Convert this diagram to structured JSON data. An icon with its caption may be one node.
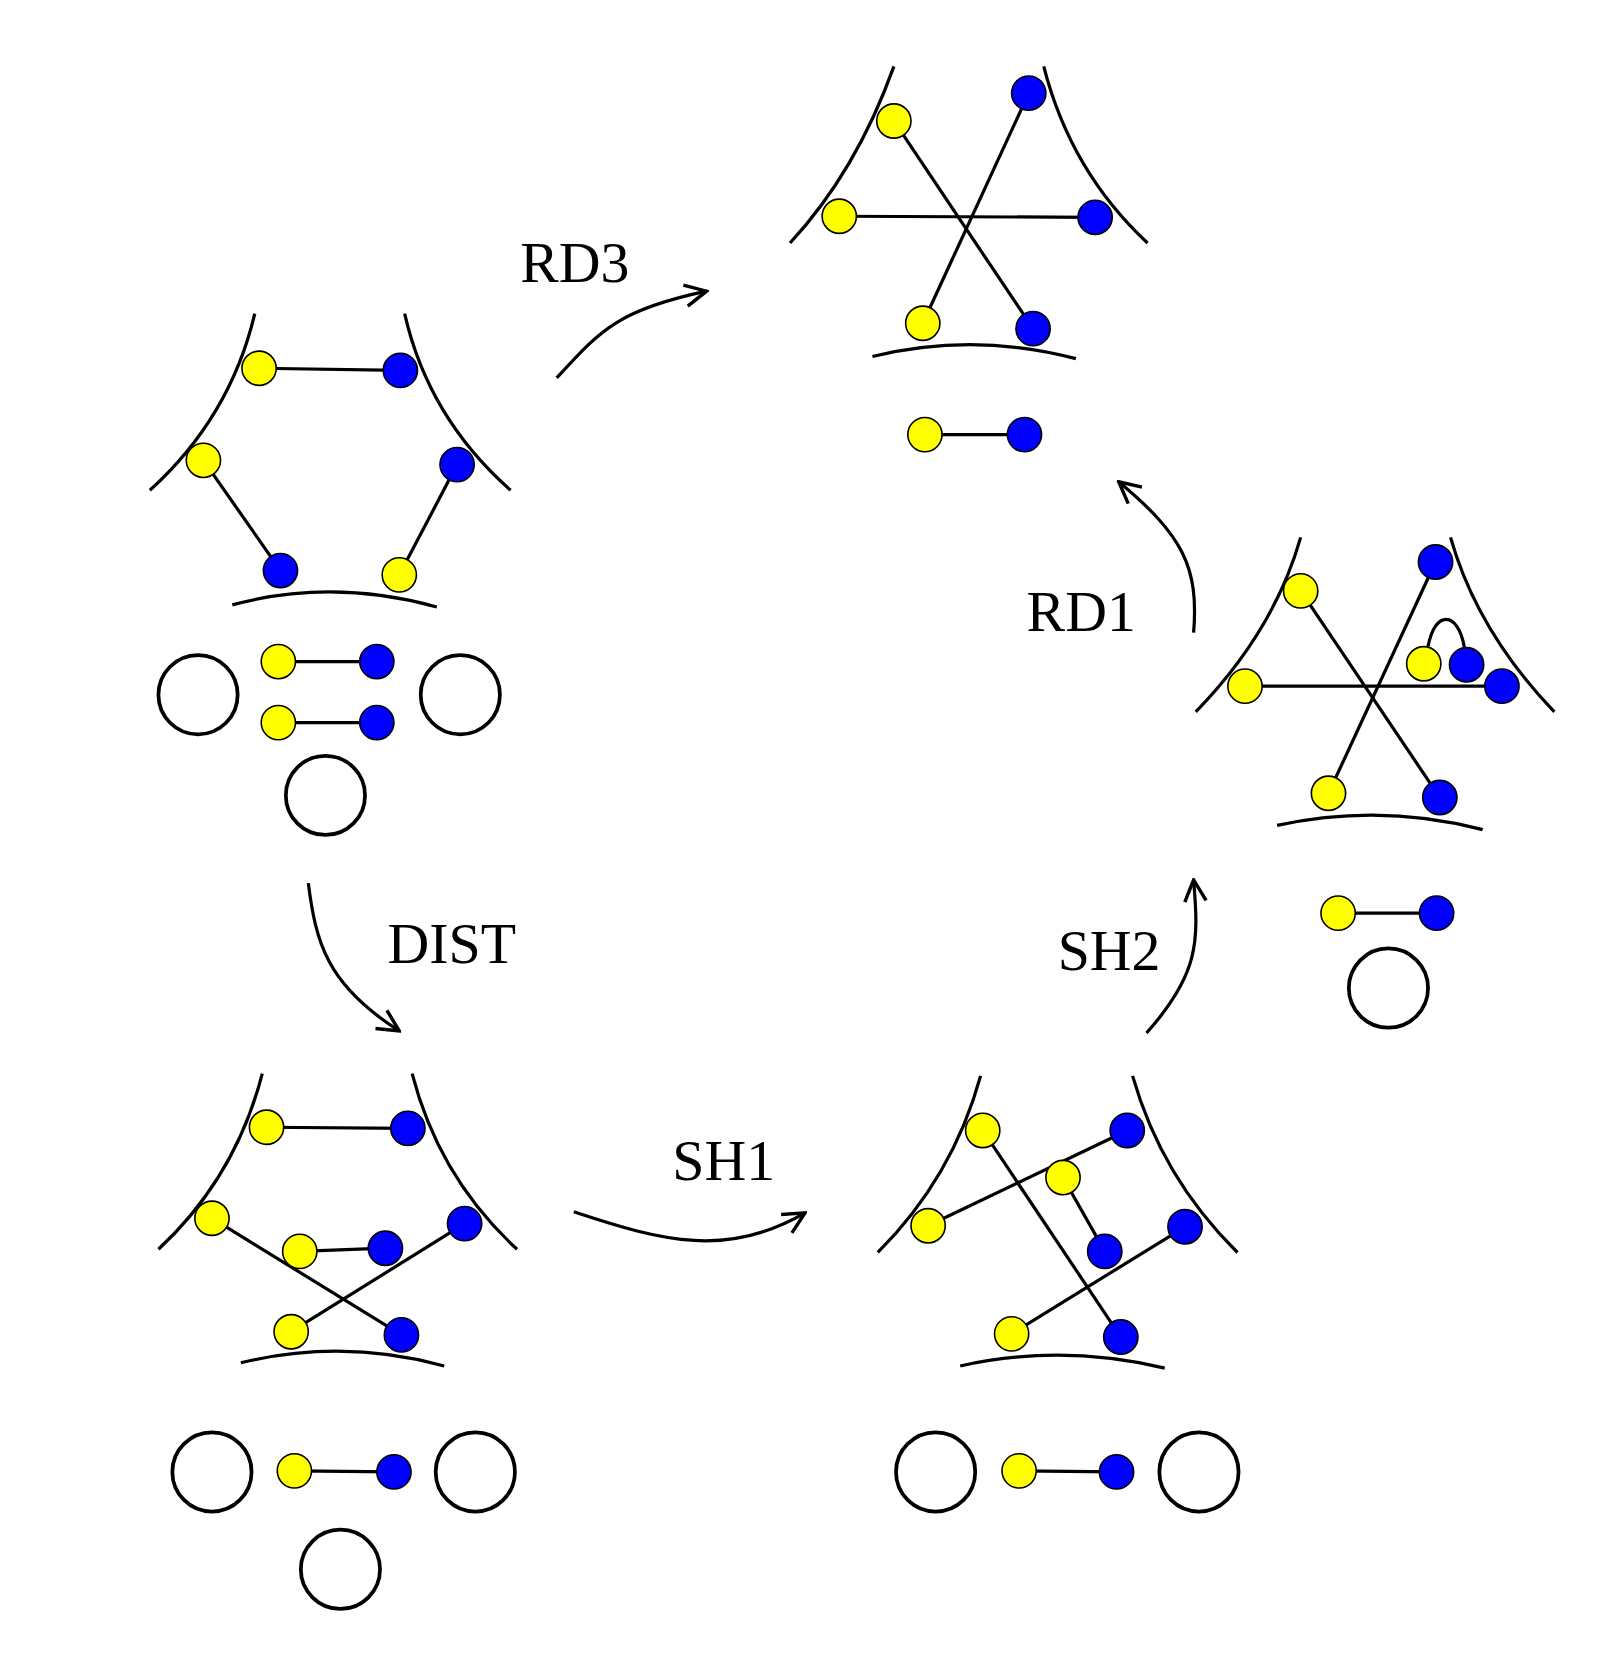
{
  "diagram": {
    "nodes": [
      {
        "text": [],
        "shape": "picture"
      },
      {
        "text": [],
        "shape": "picture"
      },
      {
        "text": [],
        "shape": "picture"
      },
      {
        "text": [],
        "shape": "picture"
      },
      {
        "text": [],
        "shape": "picture"
      }
    ],
    "edges": [
      {
        "from": 0,
        "to": 1,
        "arrow": "to",
        "label": "RD3"
      },
      {
        "from": 0,
        "to": 2,
        "arrow": "to",
        "label": "DIST"
      },
      {
        "from": 2,
        "to": 3,
        "arrow": "to",
        "label": "SH1"
      },
      {
        "from": 3,
        "to": 4,
        "arrow": "to",
        "label": "SH2"
      },
      {
        "from": 4,
        "to": 1,
        "arrow": "to",
        "label": "RD1"
      }
    ]
  }
}
